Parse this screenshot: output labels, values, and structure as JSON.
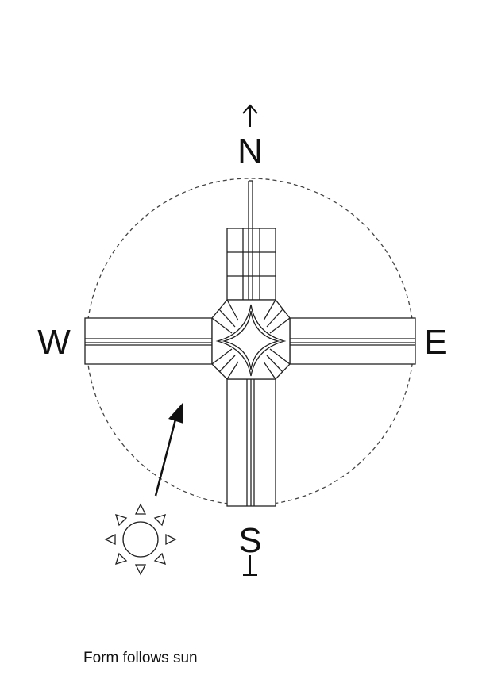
{
  "compass": {
    "north": "N",
    "south": "S",
    "east": "E",
    "west": "W"
  },
  "icons": {
    "north_arrow": "arrow-up-icon",
    "south_marker": "t-bar-icon",
    "sun": "sun-icon",
    "sun_direction": "arrow-icon"
  },
  "caption": "Form follows sun",
  "colors": {
    "line": "#222222",
    "background": "#ffffff"
  }
}
